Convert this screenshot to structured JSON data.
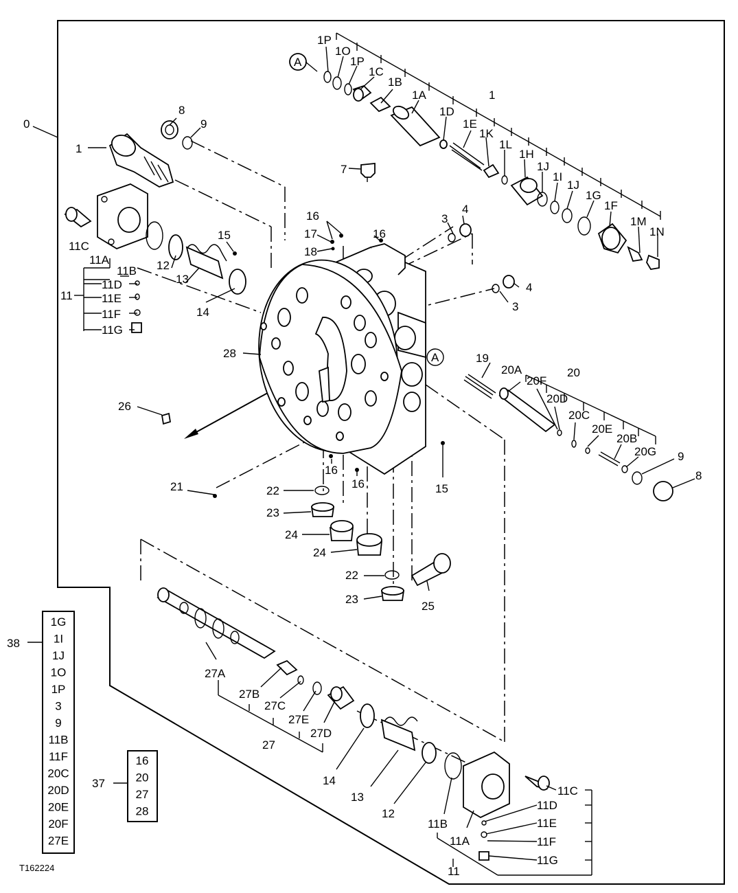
{
  "figure_id": "T162224",
  "callouts": {
    "c0": "0",
    "c1a": "1",
    "c1b": "1",
    "c1P_a": "1P",
    "c1O": "1O",
    "c1P_b": "1P",
    "c1C": "1C",
    "c1B": "1B",
    "c1A": "1A",
    "c1D": "1D",
    "c1E": "1E",
    "c1K": "1K",
    "c1L": "1L",
    "c1H": "1H",
    "c1J_a": "1J",
    "c1I": "1I",
    "c1J_b": "1J",
    "c1G": "1G",
    "c1F": "1F",
    "c1M": "1M",
    "c1N": "1N",
    "cA1": "A",
    "cA2": "A",
    "c3a": "3",
    "c3b": "3",
    "c4a": "4",
    "c4b": "4",
    "c7": "7",
    "c8a": "8",
    "c8b": "8",
    "c9a": "9",
    "c9b": "9",
    "c11a": "11",
    "c11b": "11",
    "c11A_a": "11A",
    "c11B_a": "11B",
    "c11C_a": "11C",
    "c11D_a": "11D",
    "c11E_a": "11E",
    "c11F_a": "11F",
    "c11G_a": "11G",
    "c11A_b": "11A",
    "c11B_b": "11B",
    "c11C_b": "11C",
    "c11D_b": "11D",
    "c11E_b": "11E",
    "c11F_b": "11F",
    "c11G_b": "11G",
    "c12a": "12",
    "c12b": "12",
    "c13a": "13",
    "c13b": "13",
    "c14a": "14",
    "c14b": "14",
    "c15a": "15",
    "c15b": "15",
    "c16a": "16",
    "c16b": "16",
    "c16c": "16",
    "c16d": "16",
    "c17": "17",
    "c18": "18",
    "c19": "19",
    "c20": "20",
    "c20A": "20A",
    "c20B": "20B",
    "c20C": "20C",
    "c20D": "20D",
    "c20E": "20E",
    "c20F": "20F",
    "c20G": "20G",
    "c21": "21",
    "c22a": "22",
    "c22b": "22",
    "c23a": "23",
    "c23b": "23",
    "c24a": "24",
    "c24b": "24",
    "c25": "25",
    "c26": "26",
    "c27": "27",
    "c27A": "27A",
    "c27B": "27B",
    "c27C": "27C",
    "c27D": "27D",
    "c27E": "27E",
    "c28": "28",
    "c37": "37",
    "c38": "38"
  },
  "kit_38": [
    "1G",
    "1I",
    "1J",
    "1O",
    "1P",
    "3",
    "9",
    "11B",
    "11F",
    "20C",
    "20D",
    "20E",
    "20F",
    "27E"
  ],
  "kit_37": [
    "16",
    "20",
    "27",
    "28"
  ]
}
